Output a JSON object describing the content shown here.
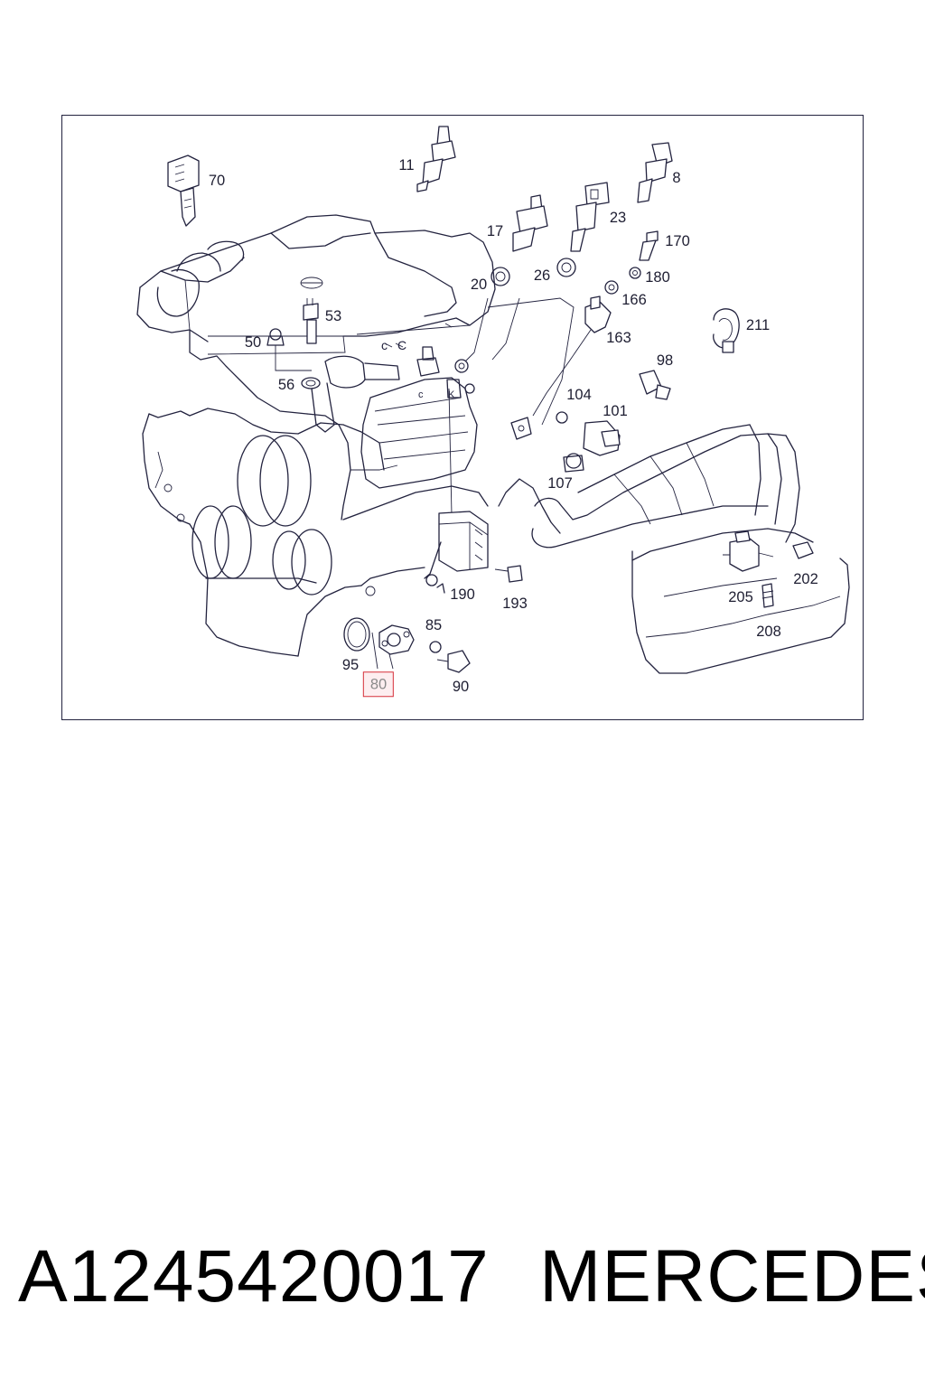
{
  "diagram": {
    "callouts": [
      {
        "id": "c70",
        "label": "70"
      },
      {
        "id": "c11",
        "label": "11"
      },
      {
        "id": "c8",
        "label": "8"
      },
      {
        "id": "c17",
        "label": "17"
      },
      {
        "id": "c23",
        "label": "23"
      },
      {
        "id": "c170",
        "label": "170"
      },
      {
        "id": "c20",
        "label": "20"
      },
      {
        "id": "c26",
        "label": "26"
      },
      {
        "id": "c180",
        "label": "180"
      },
      {
        "id": "c166",
        "label": "166"
      },
      {
        "id": "c53",
        "label": "53"
      },
      {
        "id": "c211",
        "label": "211"
      },
      {
        "id": "c163",
        "label": "163"
      },
      {
        "id": "c50",
        "label": "50"
      },
      {
        "id": "c98",
        "label": "98"
      },
      {
        "id": "c56",
        "label": "56"
      },
      {
        "id": "c104",
        "label": "104"
      },
      {
        "id": "c101",
        "label": "101"
      },
      {
        "id": "c107",
        "label": "107"
      },
      {
        "id": "c202",
        "label": "202"
      },
      {
        "id": "c190",
        "label": "190"
      },
      {
        "id": "c193",
        "label": "193"
      },
      {
        "id": "c205",
        "label": "205"
      },
      {
        "id": "c208",
        "label": "208"
      },
      {
        "id": "c85",
        "label": "85"
      },
      {
        "id": "c95",
        "label": "95"
      },
      {
        "id": "c80",
        "label": "80",
        "highlighted": true
      },
      {
        "id": "c90",
        "label": "90"
      }
    ],
    "colors": {
      "line": "#23233f",
      "highlight_border": "#d6303a",
      "highlight_fill": "#fdeef0"
    }
  },
  "footer": {
    "part_number": "A1245420017",
    "brand": "MERCEDES"
  }
}
